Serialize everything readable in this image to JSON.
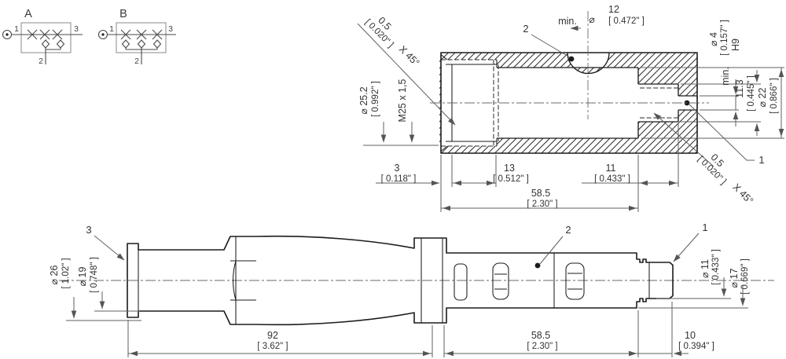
{
  "symbols": {
    "a": {
      "label": "A",
      "port1": "1",
      "port2": "2",
      "port3": "3"
    },
    "b": {
      "label": "B",
      "port1": "1",
      "port2": "2",
      "port3": "3"
    }
  },
  "section_view": {
    "callout_1": "1",
    "callout_2": "2",
    "chamfer_top_left": {
      "mm": "0.5",
      "inch": "[ 0.020\" ]",
      "angle": "X 45°"
    },
    "chamfer_bottom_right": {
      "mm": "0.5",
      "inch": "[ 0.020\" ]",
      "angle": "X 45°"
    },
    "port_diameter": {
      "min": "min.",
      "dia": "⌀",
      "mm": "12",
      "inch": "[ 0.472\" ]"
    },
    "thread_major": {
      "mm": "⌀ 25.2",
      "inch": "[ 0.992\" ]"
    },
    "thread": "M25 x 1,5",
    "pilot_hole": {
      "mm": "⌀ 4",
      "inch": "[ 0.157\" ]",
      "fit": "H9"
    },
    "pocket": {
      "min": "min.",
      "mm": "11.3",
      "inch": "[ 0.445\" ]"
    },
    "bore": {
      "mm": "⌀ 22",
      "inch": "[ 0.866\" ]"
    },
    "len_3": {
      "mm": "3",
      "inch": "[ 0.118\" ]"
    },
    "len_13": {
      "mm": "13",
      "inch": "[ 0.512\" ]"
    },
    "len_11": {
      "mm": "11",
      "inch": "[ 0.433\" ]"
    },
    "len_58_5": {
      "mm": "58.5",
      "inch": "[ 2.30\" ]"
    }
  },
  "side_view": {
    "callout_1": "1",
    "callout_2": "2",
    "callout_3": "3",
    "dia_26": {
      "mm": "⌀ 26",
      "inch": "[ 1.02\" ]"
    },
    "dia_19": {
      "mm": "⌀ 19",
      "inch": "[ 0.748\" ]"
    },
    "dia_11": {
      "mm": "⌀ 11",
      "inch": "[ 0.433\" ]"
    },
    "dia_17": {
      "mm": "⌀ 17",
      "inch": "[ 0.669\" ]"
    },
    "len_92": {
      "mm": "92",
      "inch": "[ 3.62\" ]"
    },
    "len_58_5": {
      "mm": "58.5",
      "inch": "[ 2.30\" ]"
    },
    "len_10": {
      "mm": "10",
      "inch": "[ 0.394\" ]"
    }
  }
}
